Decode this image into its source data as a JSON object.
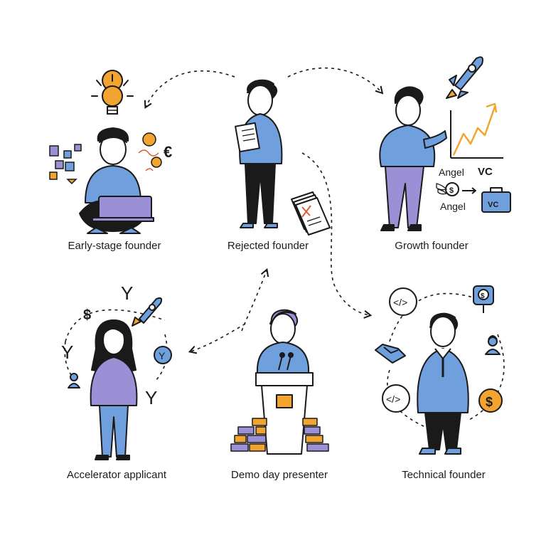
{
  "colors": {
    "ink": "#1a1a1a",
    "blue": "#6f9fdc",
    "purple": "#9b8fd6",
    "orange": "#f2a431",
    "red": "#e05a3a",
    "skin": "#ffffff"
  },
  "personas": [
    {
      "id": "early-stage",
      "label": "Early-stage founder",
      "icons": [
        "lightbulb-icon",
        "laptop-icon",
        "sticky-notes-icon",
        "coin-icon",
        "euro-icon"
      ]
    },
    {
      "id": "rejected",
      "label": "Rejected founder",
      "icons": [
        "document-icon",
        "rejected-papers-icon"
      ]
    },
    {
      "id": "growth",
      "label": "Growth founder",
      "icons": [
        "rocket-icon",
        "growth-chart-icon",
        "winged-dollar-icon",
        "vc-briefcase-icon"
      ]
    },
    {
      "id": "accelerator",
      "label": "Accelerator applicant",
      "icons": [
        "rocket-icon",
        "dollar-icon",
        "y-letter-icon",
        "person-icon"
      ]
    },
    {
      "id": "demo-day",
      "label": "Demo day presenter",
      "icons": [
        "podium-icon",
        "microphone-icon",
        "stacked-bricks-icon"
      ]
    },
    {
      "id": "technical",
      "label": "Technical founder",
      "icons": [
        "code-icon",
        "handshake-icon",
        "dollar-pin-icon",
        "support-person-icon",
        "dollar-coin-icon"
      ]
    }
  ],
  "annotations": {
    "euro": "€",
    "dollar": "$",
    "angel_top": "Angel",
    "angel_bottom": "Angel",
    "vc_text": "VC",
    "vc_briefcase": "VC",
    "y_letter": "Y",
    "code": "</>",
    "coin_dollar": "$"
  }
}
